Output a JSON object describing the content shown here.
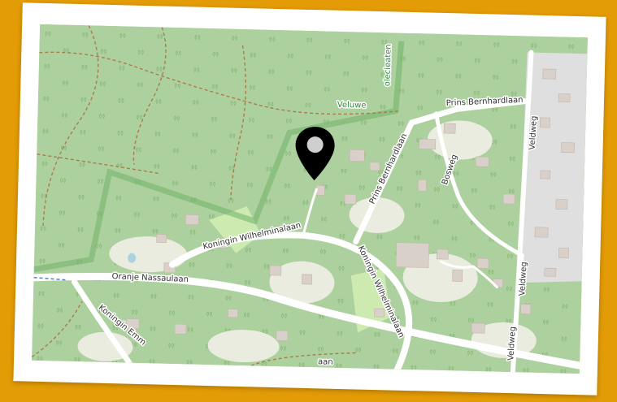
{
  "map": {
    "colors": {
      "frame": "#e39b06",
      "paper": "#ffffff",
      "forest": "#add19e",
      "residential": "#e0dfdf",
      "grass": "#cdebb0",
      "road": "#ffffff",
      "building": "#d9d0c9",
      "boundary": "#6fb368",
      "marker": "#000000"
    },
    "labels": {
      "veluwe": "Veluwe",
      "veluwe_vertical": "olecieaten",
      "prins_bernhardlaan_top": "Prins Bernhardlaan",
      "prins_bernhardlaan_diag": "Prins Bernhardlaan",
      "bosweg": "Bosweg",
      "veldweg_top": "Veldweg",
      "veldweg_mid": "Veldweg",
      "veldweg_bottom": "Veldweg",
      "koningin_wilhelminalaan_left": "Koningin Wilhelminalaan",
      "koningin_wilhelminalaan_right": "Koningin Wilhelminalaan",
      "oranje_nassaulaan": "Oranje Nassaulaan",
      "koningin_emma": "Koningin Emm",
      "aan": "aan"
    },
    "marker_icon": "map-pin-icon"
  }
}
